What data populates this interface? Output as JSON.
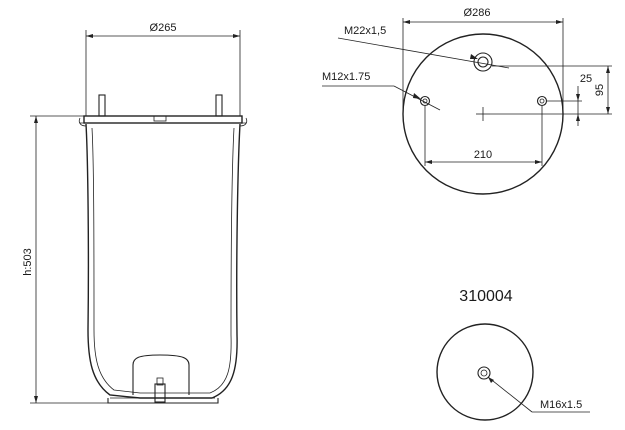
{
  "side_view": {
    "diameter_label": "Ø265",
    "height_label": "h:503"
  },
  "top_view": {
    "diameter_label": "Ø286",
    "center_thread_label": "M22x1,5",
    "side_thread_label": "M12x1.75",
    "spacing_label": "210",
    "offset_small_label": "25",
    "offset_large_label": "95"
  },
  "part_number": "310004",
  "bottom_view": {
    "thread_label": "M16x1.5"
  }
}
